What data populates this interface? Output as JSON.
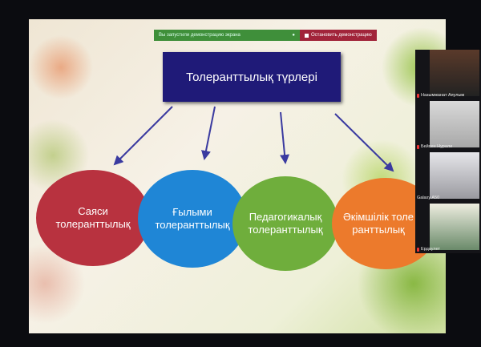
{
  "share_bar": {
    "message": "Вы запустили демонстрацию экрана",
    "stop_label": "Остановить демонстрацию"
  },
  "slide": {
    "title": "Толеранттылық түрлері",
    "items": [
      {
        "label": "Саяси толеранттылық",
        "color": "#b8323f"
      },
      {
        "label": "Ғылыми толеранттылық",
        "color": "#1f86d6"
      },
      {
        "label": "Педагогикалық толеранттылық",
        "color": "#6fae3c"
      },
      {
        "label": "Әкімшілік толеранттылық",
        "color": "#ec7a2c"
      }
    ]
  },
  "participants": [
    {
      "name": "Назымжанат Аяулым",
      "muted": true
    },
    {
      "name": "Бейсен Нурали",
      "muted": true
    },
    {
      "name": "Galaxy A50",
      "muted": false
    },
    {
      "name": "Ердаулет",
      "muted": true
    }
  ]
}
